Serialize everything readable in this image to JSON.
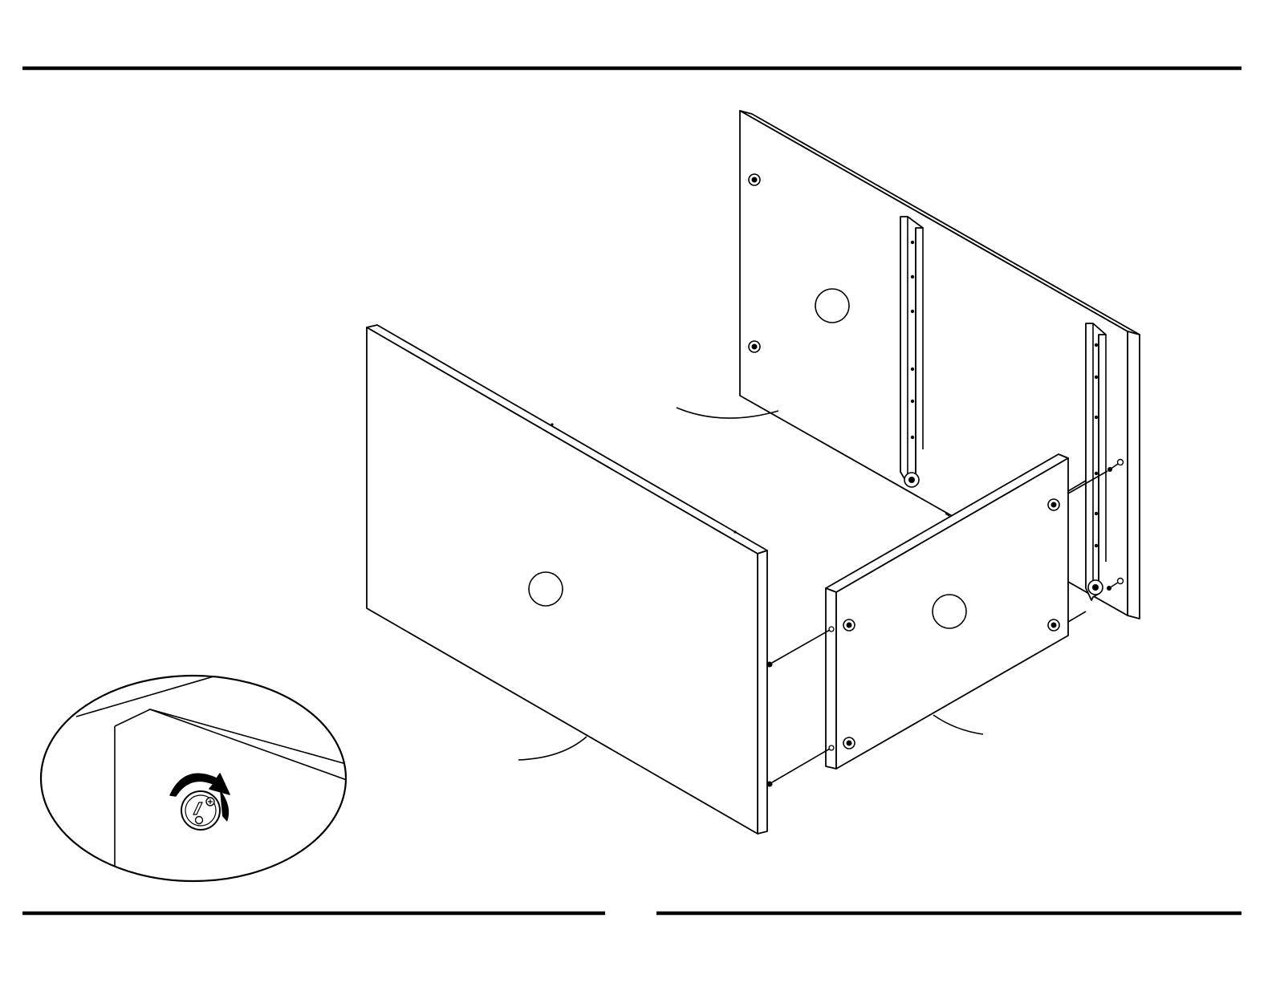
{
  "page": {
    "background_color": "#ffffff",
    "line_color": "#000000"
  },
  "diagram": {
    "parts": [
      {
        "name": "back-panel",
        "label": ""
      },
      {
        "name": "drawer-front",
        "label": ""
      },
      {
        "name": "drawer-side",
        "label": ""
      }
    ],
    "inset": {
      "name": "cam-lock-detail",
      "rotation_direction": "clockwise",
      "icon": "cam-lock-icon"
    }
  }
}
